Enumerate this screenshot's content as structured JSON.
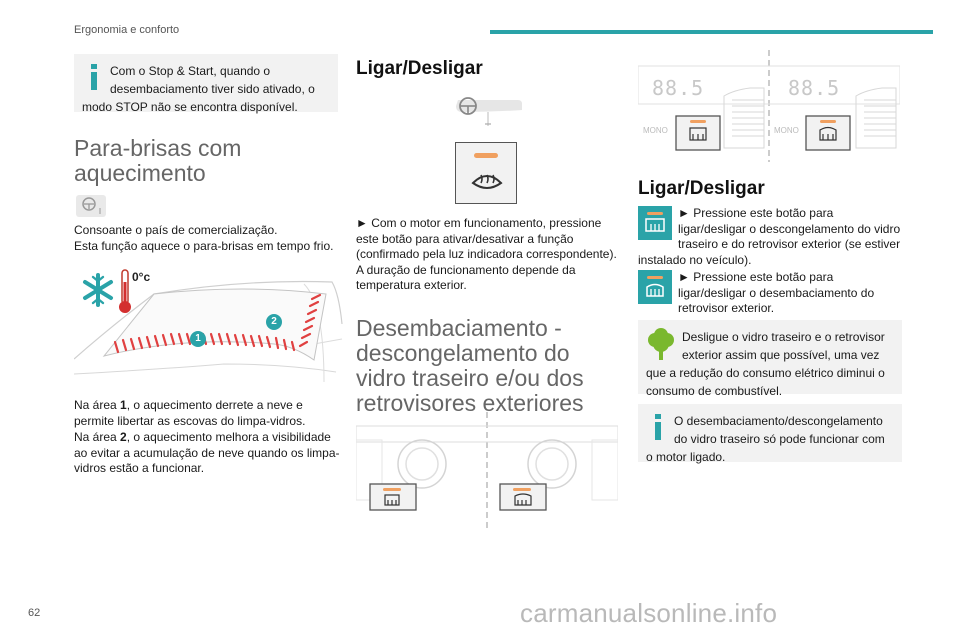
{
  "header": {
    "section": "Ergonomia e conforto",
    "page_number": "62"
  },
  "watermark": "carmanualsonline.info",
  "col1": {
    "note": "Com o Stop & Start, quando o desembaciamento tiver sido ativado, o modo STOP não se encontra disponível.",
    "heading": "Para-brisas com aquecimento",
    "intro_line1": "Consoante o país de comercialização.",
    "intro_line2": "Esta função aquece o para-brisas em tempo frio.",
    "temp_label": "0°c",
    "area1_marker": "1",
    "area2_marker": "2",
    "area1_prefix": "Na área ",
    "area1_num": "1",
    "area1_text": ", o aquecimento derrete a neve e permite libertar as escovas do limpa-vidros.",
    "area2_prefix": "Na área ",
    "area2_num": "2",
    "area2_text": ", o aquecimento melhora a visibilidade ao evitar a acumulação de neve quando os limpa-vidros estão a funcionar."
  },
  "col2": {
    "heading": "Ligar/Desligar",
    "instruction": "► Com o motor em funcionamento, pressione este botão para ativar/desativar a função (confirmado pela luz indicadora correspondente). A duração de funcionamento depende da temperatura exterior.",
    "heading2": "Desembaciamento - descongelamento do vidro traseiro e/ou dos retrovisores exteriores"
  },
  "col3": {
    "display_left": "88.5",
    "display_right": "88.5",
    "mono_left": "MONO",
    "mono_right": "MONO",
    "heading": "Ligar/Desligar",
    "item1": "► Pressione este botão para ligar/desligar o descongelamento do vidro traseiro e do retrovisor exterior (se estiver instalado no veículo).",
    "item2": "► Pressione este botão para ligar/desligar o desembaciamento do retrovisor exterior.",
    "eco_note": "Desligue o vidro traseiro e o retrovisor exterior assim que possível, uma vez que a redução do consumo elétrico diminui o consumo de combustível.",
    "info_note": "O desembaciamento/descongelamento do vidro traseiro só pode funcionar com o motor ligado."
  },
  "colors": {
    "accent": "#2aa3a8",
    "indicator": "#f0a060",
    "heat": "#e04040",
    "note_bg": "#f2f2f2",
    "eco_green": "#7ab82e"
  }
}
